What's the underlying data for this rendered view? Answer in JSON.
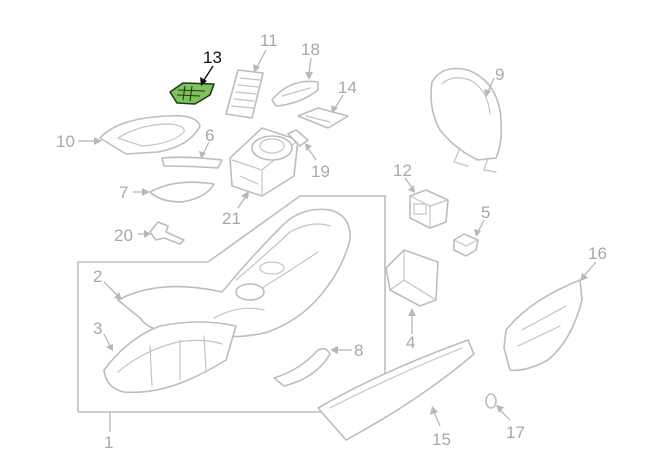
{
  "diagram": {
    "highlight_color": "#7dc25e",
    "highlighted_part": "13",
    "callouts": {
      "c1": "1",
      "c2": "2",
      "c3": "3",
      "c4": "4",
      "c5": "5",
      "c6": "6",
      "c7": "7",
      "c8": "8",
      "c9": "9",
      "c10": "10",
      "c11": "11",
      "c12": "12",
      "c13": "13",
      "c14": "14",
      "c15": "15",
      "c16": "16",
      "c17": "17",
      "c18": "18",
      "c19": "19",
      "c20": "20",
      "c21": "21"
    }
  }
}
